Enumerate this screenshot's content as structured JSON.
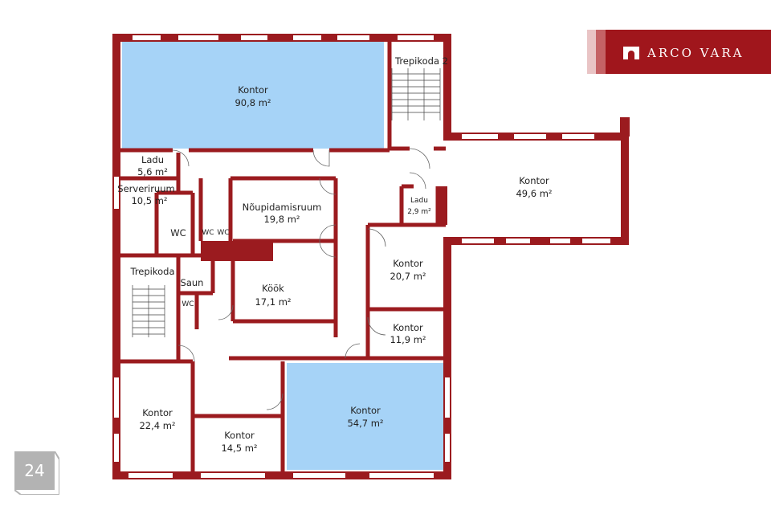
{
  "brand": {
    "name": "ARCO VARA",
    "color": "#a0161c"
  },
  "page_badge": "24",
  "colors": {
    "wall": "#9b1b1f",
    "highlight": "#a6d3f7"
  },
  "rooms": {
    "kontor_908": {
      "name": "Kontor",
      "area": "90,8 m²"
    },
    "trepikoda2": {
      "name": "Trepikoda 2"
    },
    "ladu_56": {
      "name": "Ladu",
      "area": "5,6 m²"
    },
    "serveriruum": {
      "name": "Serveriruum",
      "area": "10,5 m²"
    },
    "wc_main": {
      "name": "WC"
    },
    "wc_a": {
      "name": "WC"
    },
    "wc_b": {
      "name": "WC"
    },
    "noupidamisruum": {
      "name": "Nõupidamisruum",
      "area": "19,8 m²"
    },
    "trepikoda": {
      "name": "Trepikoda"
    },
    "saun": {
      "name": "Saun"
    },
    "wc_c": {
      "name": "WC"
    },
    "kook": {
      "name": "Köök",
      "area": "17,1 m²"
    },
    "ladu_29": {
      "name": "Ladu",
      "area": "2,9 m²"
    },
    "kontor_496": {
      "name": "Kontor",
      "area": "49,6 m²"
    },
    "kontor_207": {
      "name": "Kontor",
      "area": "20,7 m²"
    },
    "kontor_119": {
      "name": "Kontor",
      "area": "11,9 m²"
    },
    "kontor_224": {
      "name": "Kontor",
      "area": "22,4 m²"
    },
    "kontor_547": {
      "name": "Kontor",
      "area": "54,7 m²"
    },
    "kontor_145": {
      "name": "Kontor",
      "area": "14,5 m²"
    }
  }
}
